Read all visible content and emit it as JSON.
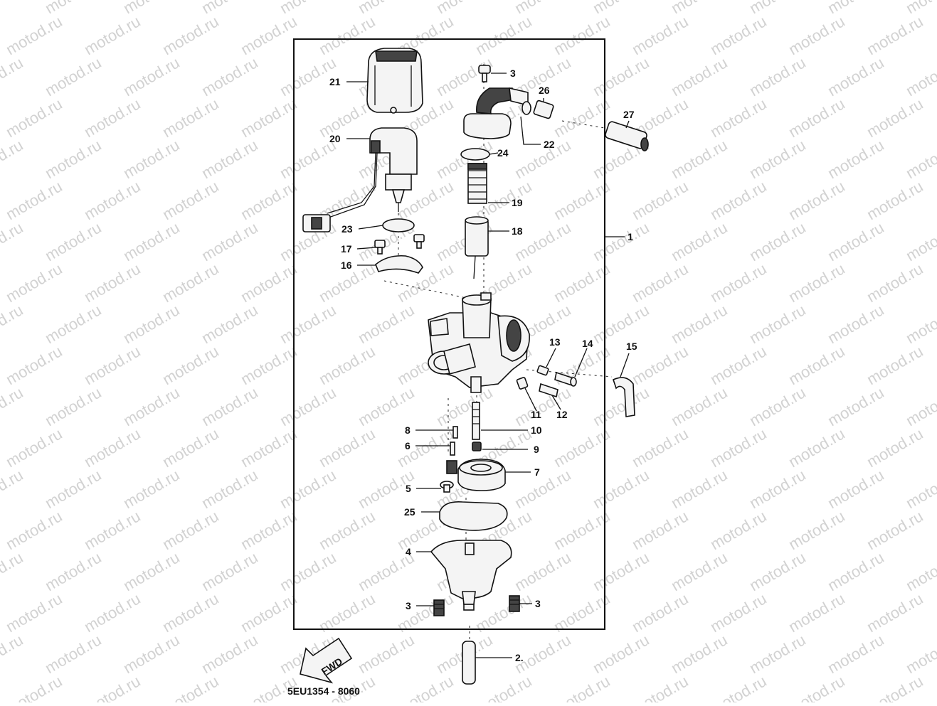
{
  "watermark": {
    "text": "motod.ru"
  },
  "diagram": {
    "fwd_label": "FWD",
    "document_code": "5EU1354 - 8060",
    "callouts": [
      {
        "id": "callout-21",
        "label": "21"
      },
      {
        "id": "callout-3-top",
        "label": "3"
      },
      {
        "id": "callout-26",
        "label": "26"
      },
      {
        "id": "callout-27",
        "label": "27"
      },
      {
        "id": "callout-20",
        "label": "20"
      },
      {
        "id": "callout-24",
        "label": "24"
      },
      {
        "id": "callout-22",
        "label": "22"
      },
      {
        "id": "callout-19",
        "label": "19"
      },
      {
        "id": "callout-23",
        "label": "23"
      },
      {
        "id": "callout-18",
        "label": "18"
      },
      {
        "id": "callout-1",
        "label": "1"
      },
      {
        "id": "callout-17",
        "label": "17"
      },
      {
        "id": "callout-16",
        "label": "16"
      },
      {
        "id": "callout-13",
        "label": "13"
      },
      {
        "id": "callout-14",
        "label": "14"
      },
      {
        "id": "callout-15",
        "label": "15"
      },
      {
        "id": "callout-11",
        "label": "11"
      },
      {
        "id": "callout-12",
        "label": "12"
      },
      {
        "id": "callout-8",
        "label": "8"
      },
      {
        "id": "callout-10",
        "label": "10"
      },
      {
        "id": "callout-6",
        "label": "6"
      },
      {
        "id": "callout-9",
        "label": "9"
      },
      {
        "id": "callout-7",
        "label": "7"
      },
      {
        "id": "callout-5",
        "label": "5"
      },
      {
        "id": "callout-25",
        "label": "25"
      },
      {
        "id": "callout-4",
        "label": "4"
      },
      {
        "id": "callout-3-left",
        "label": "3"
      },
      {
        "id": "callout-3-right",
        "label": "3"
      },
      {
        "id": "callout-2",
        "label": "2."
      }
    ]
  }
}
